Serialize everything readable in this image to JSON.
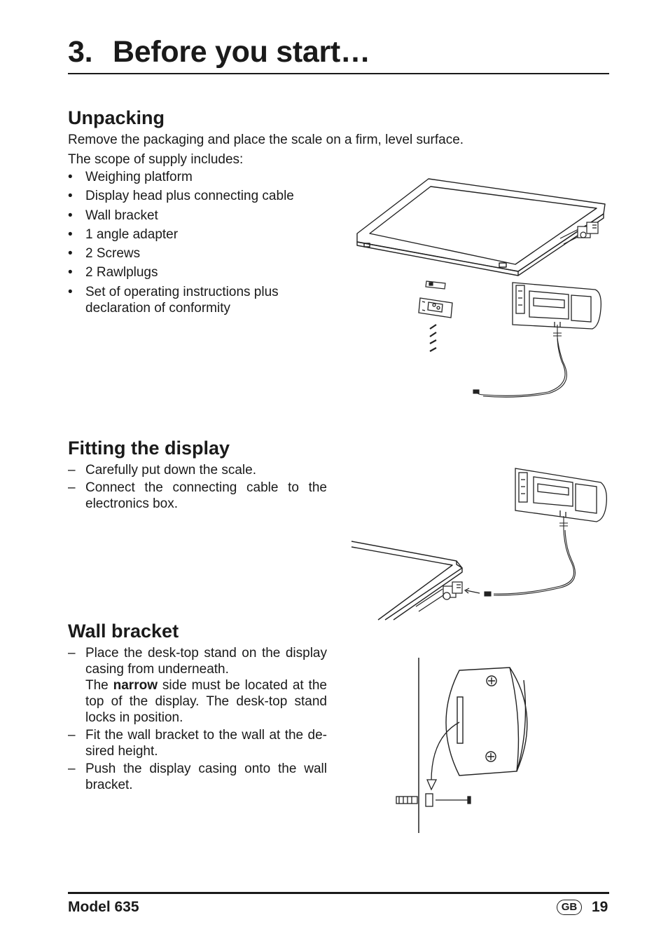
{
  "header": {
    "number": "3.",
    "title": "Before you start…"
  },
  "unpacking": {
    "heading": "Unpacking",
    "intro": "Remove the packaging and place the scale on a firm, level surface.",
    "scope": "The scope of supply includes:",
    "bullet": "•",
    "items": [
      "Weighing platform",
      "Display head plus connecting cable",
      "Wall bracket",
      "1 angle adapter",
      "2 Screws",
      "2 Rawlplugs"
    ],
    "last_item": {
      "line1": "Set of operating instructions plus",
      "line2": "declaration of conformity"
    }
  },
  "fitting": {
    "heading": "Fitting the display",
    "dash": "–",
    "step1": "Carefully put down the scale.",
    "step2": {
      "line1": "Connect the connecting cable to the",
      "line2": "electronics box."
    }
  },
  "wall": {
    "heading": "Wall bracket",
    "dash": "–",
    "step1": {
      "line1": "Place the desk-top stand on the display",
      "line2": "casing from underneath.",
      "line3_pre": "The ",
      "line3_bold": "narrow",
      "line3_post": " side must be located at the",
      "line4": "top of the display. The desk-top stand",
      "line5": "locks in position."
    },
    "step2": {
      "line1": "Fit the wall bracket to the wall at the de-",
      "line2": "sired height."
    },
    "step3": {
      "line1": "Push the display casing onto the wall",
      "line2": "bracket."
    }
  },
  "footer": {
    "model": "Model 635",
    "country": "GB",
    "page": "19"
  }
}
